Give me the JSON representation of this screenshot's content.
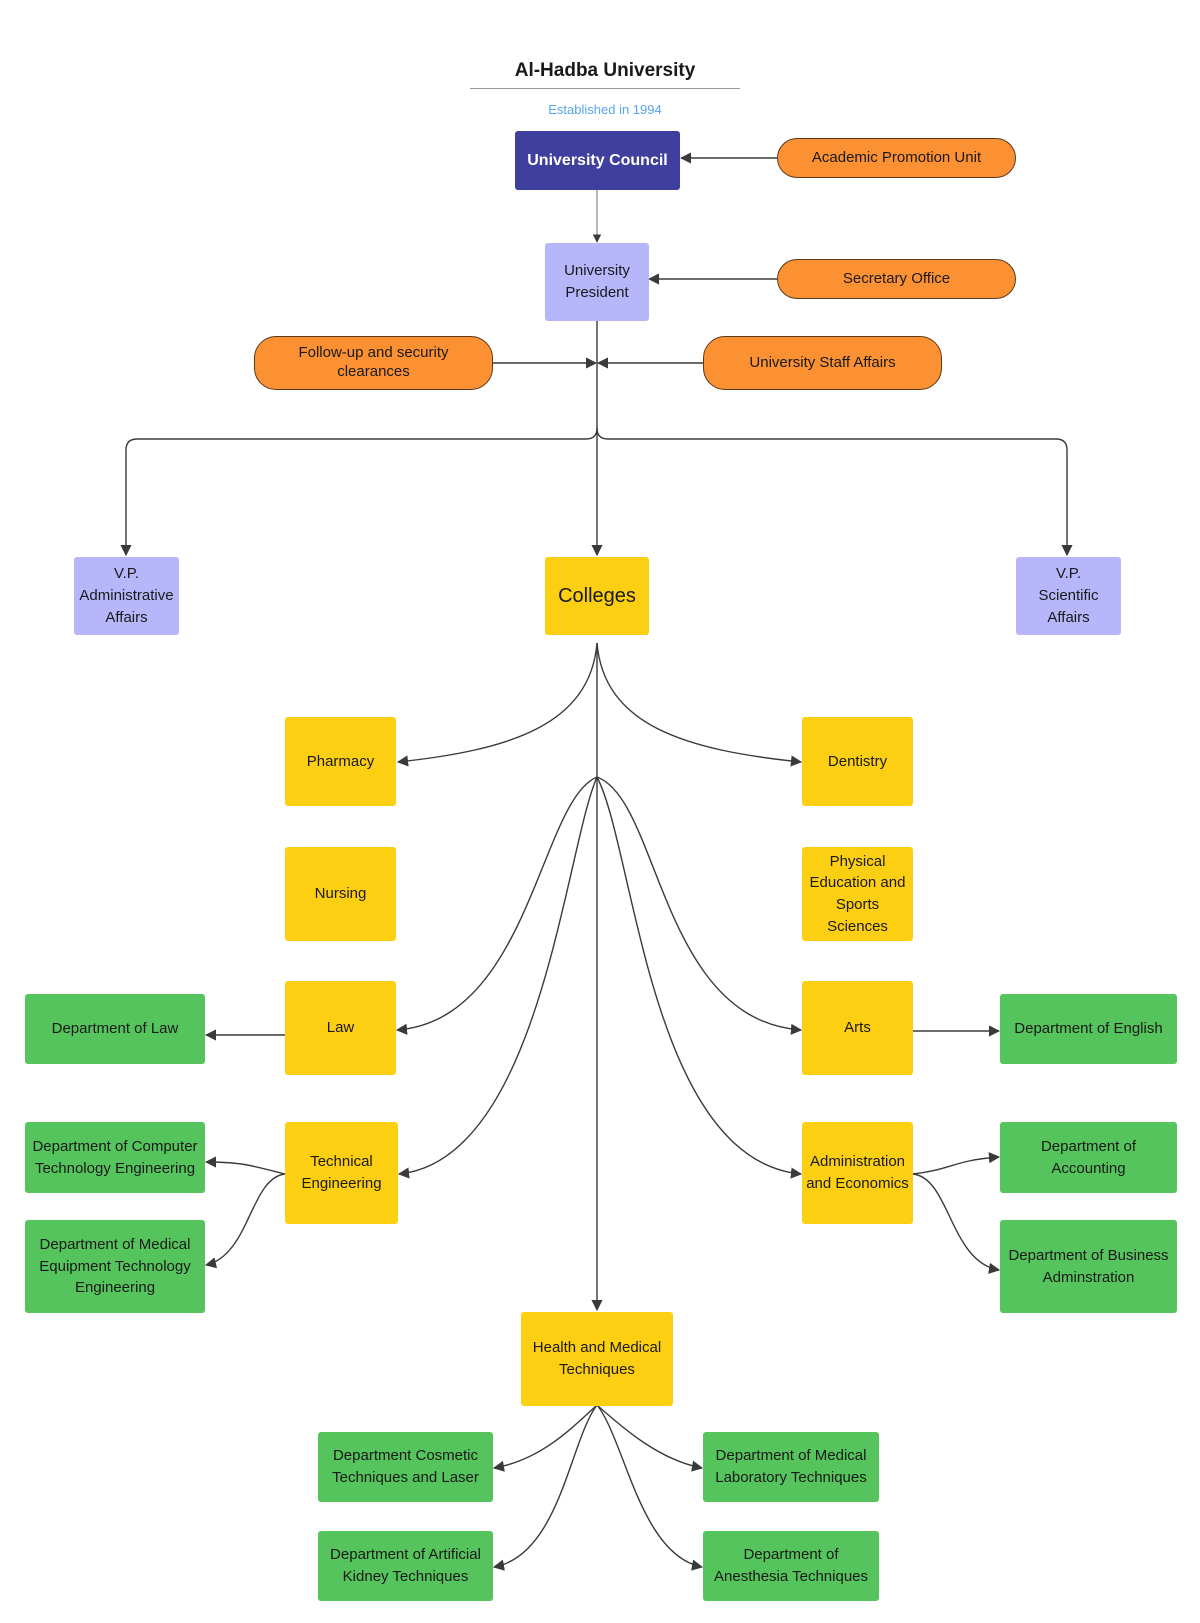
{
  "header": {
    "title": "Al-Hadba University",
    "subtitle": "Established in 1994"
  },
  "nodes": {
    "university_council": "University Council",
    "academic_promotion_unit": "Academic Promotion Unit",
    "university_president": "University President",
    "secretary_office": "Secretary Office",
    "followup_security": "Follow-up and security clearances",
    "staff_affairs": "University Staff Affairs",
    "vp_admin": "V.P. Administrative Affairs",
    "colleges": "Colleges",
    "vp_scientific": "V.P. Scientific Affairs",
    "pharmacy": "Pharmacy",
    "dentistry": "Dentistry",
    "nursing": "Nursing",
    "physical_education": "Physical Education and Sports Sciences",
    "law": "Law",
    "arts": "Arts",
    "dept_law": "Department of Law",
    "dept_english": "Department of English",
    "technical_engineering": "Technical Engineering",
    "admin_economics": "Administration and Economics",
    "dept_computer_tech": "Department of Computer Technology Engineering",
    "dept_medical_equipment": "Department of Medical Equipment Technology Engineering",
    "dept_accounting": "Department of Accounting",
    "dept_business": "Department of Business Adminstration",
    "health_medical": "Health and Medical Techniques",
    "dept_cosmetic": "Department Cosmetic Techniques and Laser",
    "dept_medical_lab": "Department of Medical Laboratory Techniques",
    "dept_artificial_kidney": "Department of Artificial Kidney Techniques",
    "dept_anesthesia": "Department of Anesthesia Techniques"
  },
  "colors": {
    "council": "#3f3f9e",
    "lavender": "#b7b6fb",
    "orange": "#fb9132",
    "yellow": "#fccf12",
    "green": "#55c45c",
    "connector": "#3a3a3a",
    "subtitle": "#57a6ee"
  }
}
